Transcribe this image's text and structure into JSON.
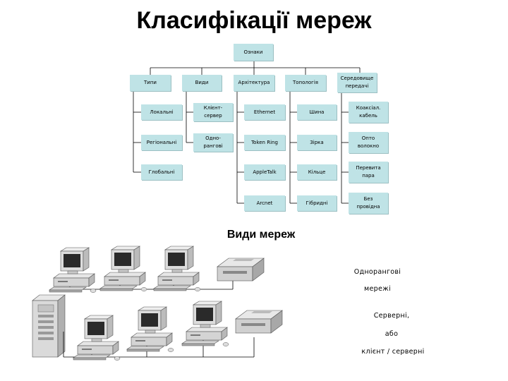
{
  "title": "Класифікації мереж",
  "tree": {
    "root": "Ознаки",
    "columns": [
      {
        "header": "Типи",
        "items": [
          "Локальні",
          "Регіональні",
          "Глобальні"
        ]
      },
      {
        "header": "Види",
        "items": [
          "Клієнт-\nсервер",
          "Одно-\nрангові"
        ]
      },
      {
        "header": "Архітектура",
        "items": [
          "Ethernet",
          "Token Ring",
          "AppleTalk",
          "Arcnet"
        ]
      },
      {
        "header": "Топологія",
        "items": [
          "Шина",
          "Зірка",
          "Кільце",
          "Гібридні"
        ]
      },
      {
        "header": "Середовище\nпередачі",
        "items": [
          "Коаксіал.\nкабель",
          "Опто\nволокно",
          "Перевитa\nпара",
          "Без\nпровідна"
        ]
      }
    ]
  },
  "subtitle": "Види мереж",
  "labels": {
    "peer_line1": "Однорангові",
    "peer_line2": "мережі",
    "server_line1": "Серверні,",
    "server_line2": "або",
    "server_line3": "клієнт / серверні"
  }
}
